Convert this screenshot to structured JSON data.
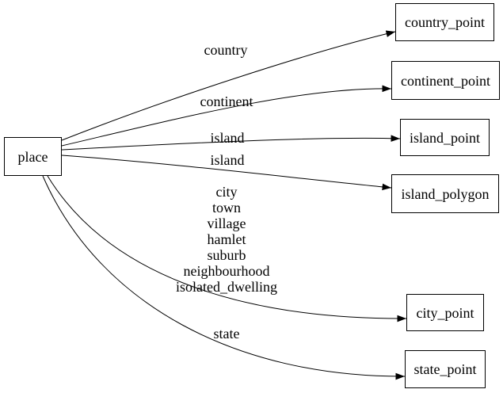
{
  "diagram": {
    "background_color": "#ffffff",
    "node_border_color": "#000000",
    "edge_color": "#000000",
    "text_color": "#000000",
    "nodes": [
      {
        "id": "place",
        "label": "place"
      },
      {
        "id": "country_point",
        "label": "country_point"
      },
      {
        "id": "continent_point",
        "label": "continent_point"
      },
      {
        "id": "island_point",
        "label": "island_point"
      },
      {
        "id": "island_polygon",
        "label": "island_polygon"
      },
      {
        "id": "city_point",
        "label": "city_point"
      },
      {
        "id": "state_point",
        "label": "state_point"
      }
    ],
    "edges": [
      {
        "from": "place",
        "to": "country_point",
        "label": "country"
      },
      {
        "from": "place",
        "to": "continent_point",
        "label": "continent"
      },
      {
        "from": "place",
        "to": "island_point",
        "label": "island"
      },
      {
        "from": "place",
        "to": "island_polygon",
        "label": "island"
      },
      {
        "from": "place",
        "to": "city_point",
        "label": "city\ntown\nvillage\nhamlet\nsuburb\nneighbourhood\nisolated_dwelling"
      },
      {
        "from": "place",
        "to": "state_point",
        "label": "state"
      }
    ]
  }
}
